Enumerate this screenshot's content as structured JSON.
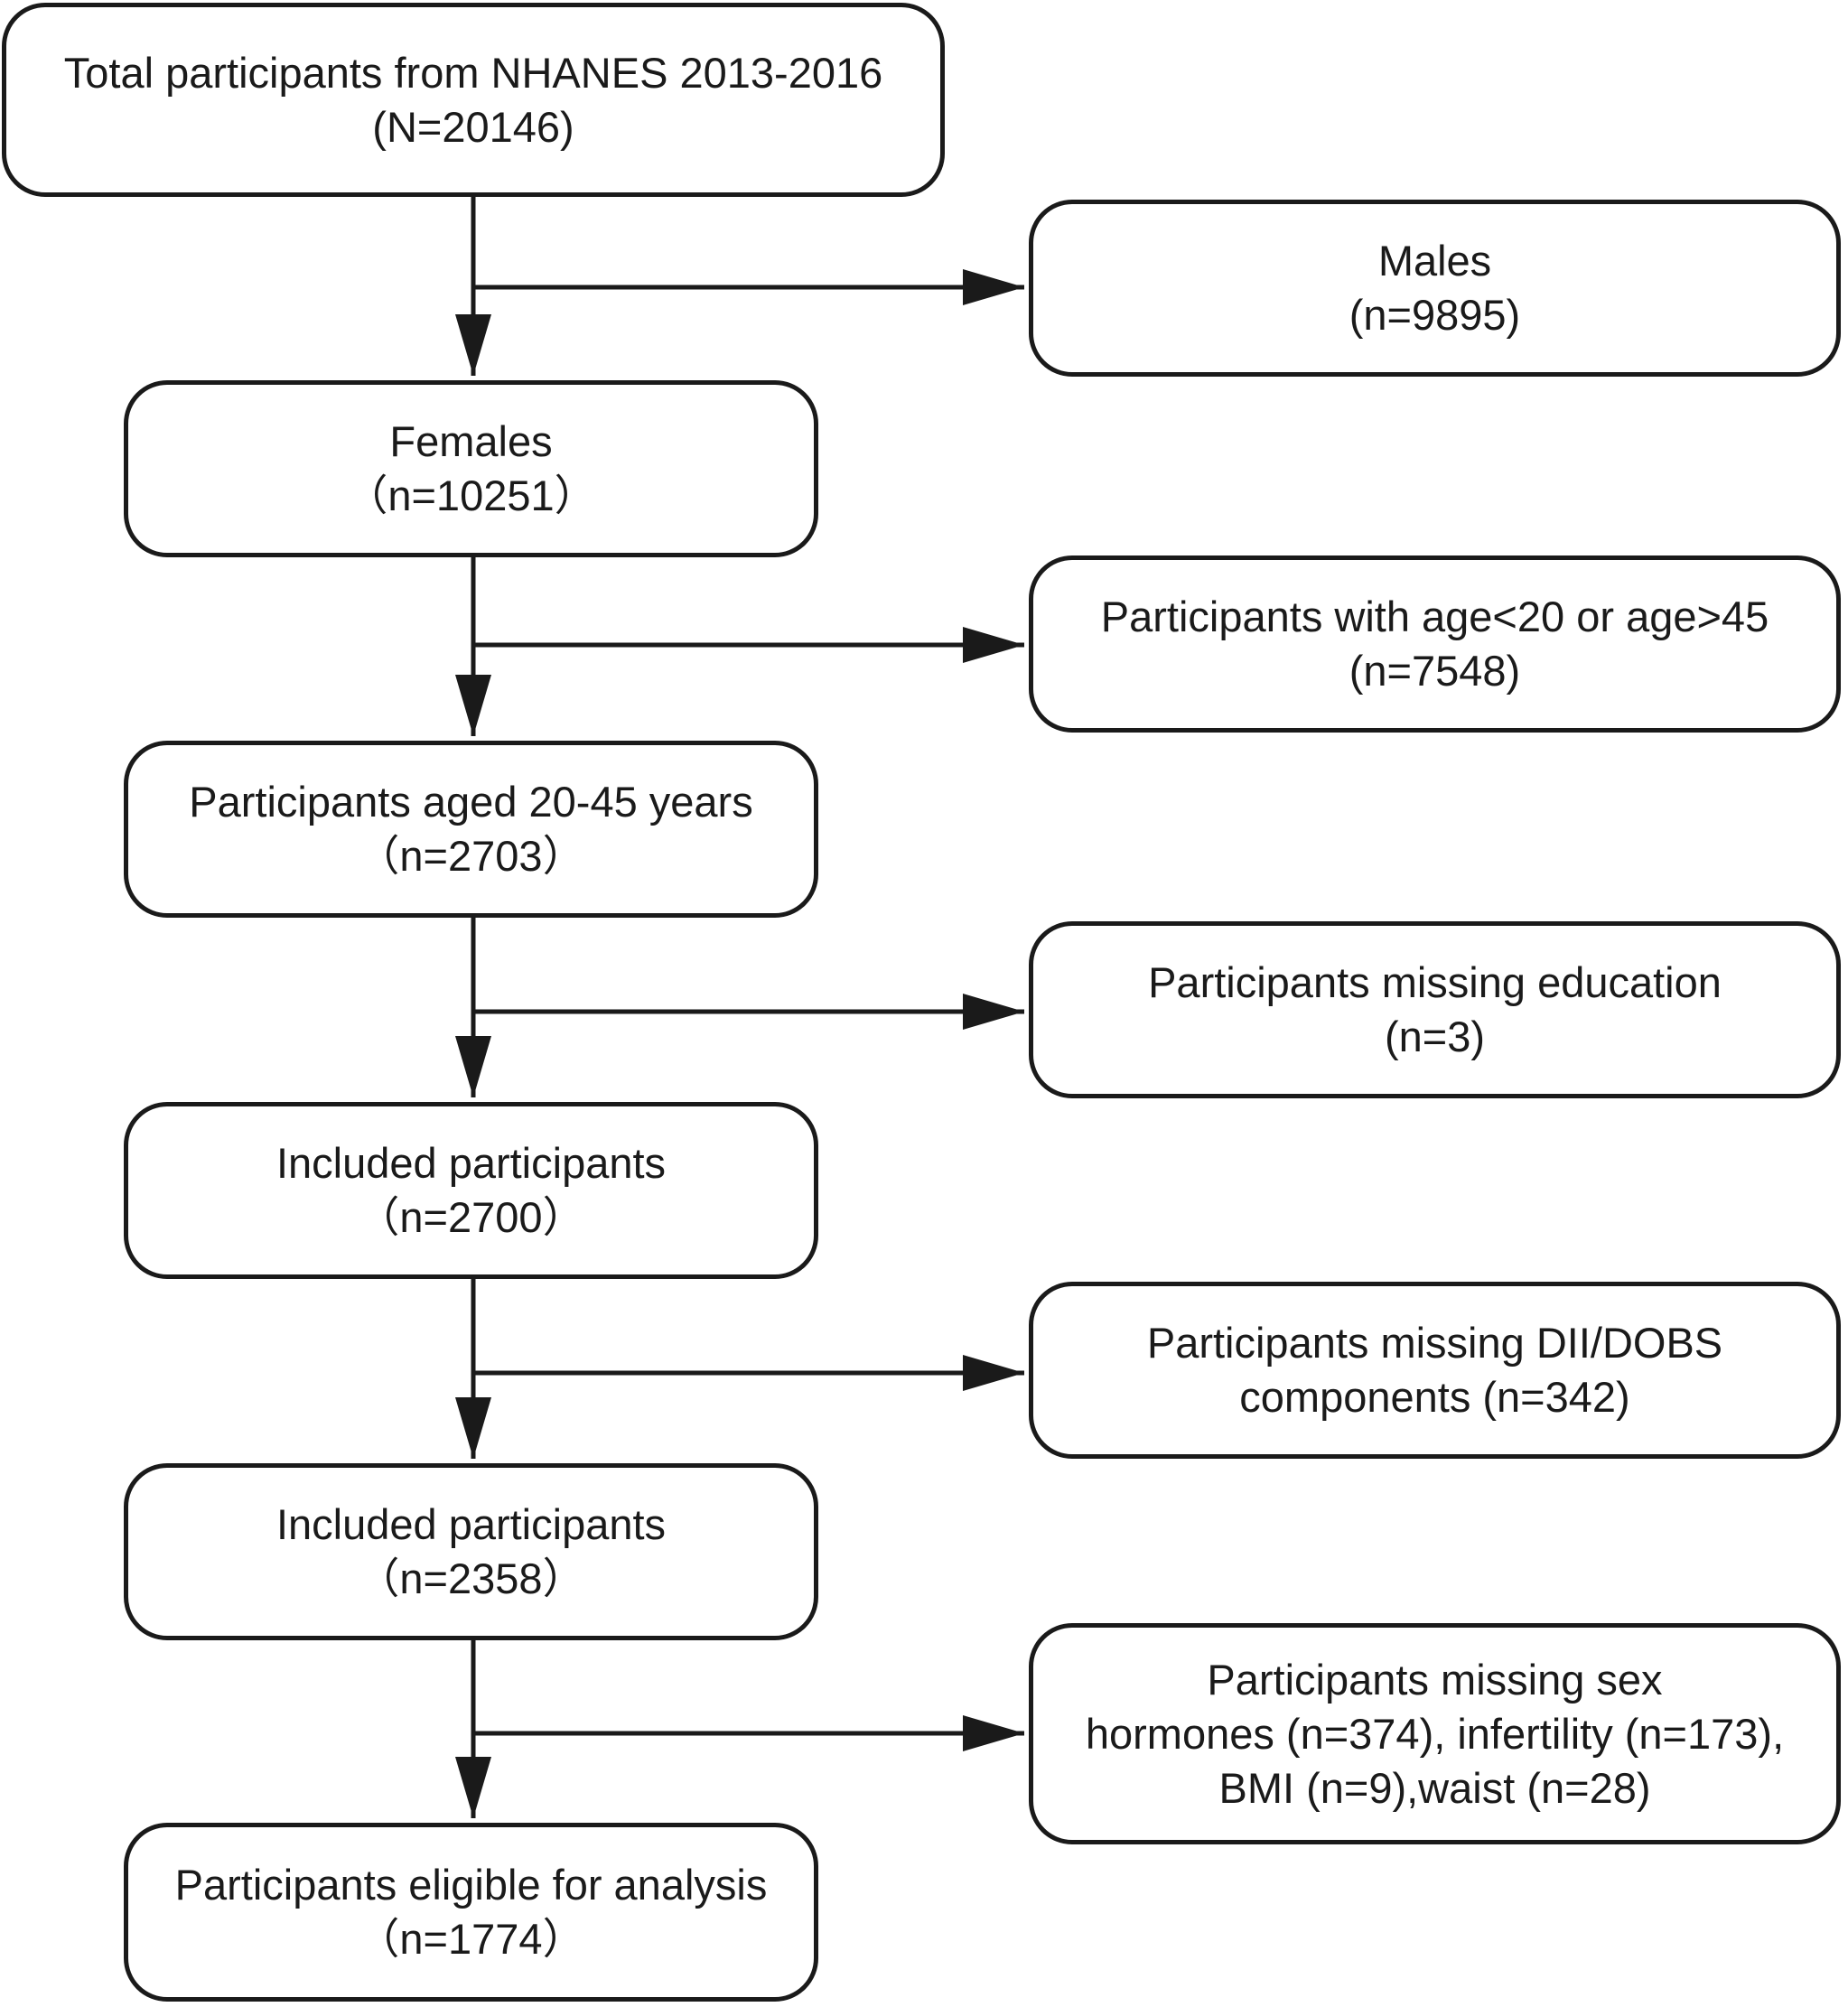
{
  "flowchart": {
    "total": {
      "line1": "Total participants from NHANES 2013-2016",
      "line2": "(N=20146)"
    },
    "males": {
      "line1": "Males",
      "line2": "(n=9895)"
    },
    "females": {
      "line1": "Females",
      "line2": "（n=10251）"
    },
    "age_excluded": {
      "line1": "Participants with age<20 or age>45",
      "line2": "(n=7548)"
    },
    "aged_20_45": {
      "line1": "Participants aged 20-45 years",
      "line2": "（n=2703）"
    },
    "education_excluded": {
      "line1": "Participants missing education",
      "line2": "(n=3)"
    },
    "included_1": {
      "line1": "Included participants",
      "line2": "（n=2700）"
    },
    "dii_excluded": {
      "line1": "Participants missing DII/DOBS",
      "line2": "components (n=342)"
    },
    "included_2": {
      "line1": "Included participants",
      "line2": "（n=2358）"
    },
    "sex_hormones_excluded": {
      "line1": "Participants missing sex",
      "line2": "hormones (n=374), infertility (n=173),",
      "line3": "BMI (n=9),waist (n=28)"
    },
    "final": {
      "line1": "Participants eligible for analysis",
      "line2": "（n=1774）"
    }
  }
}
